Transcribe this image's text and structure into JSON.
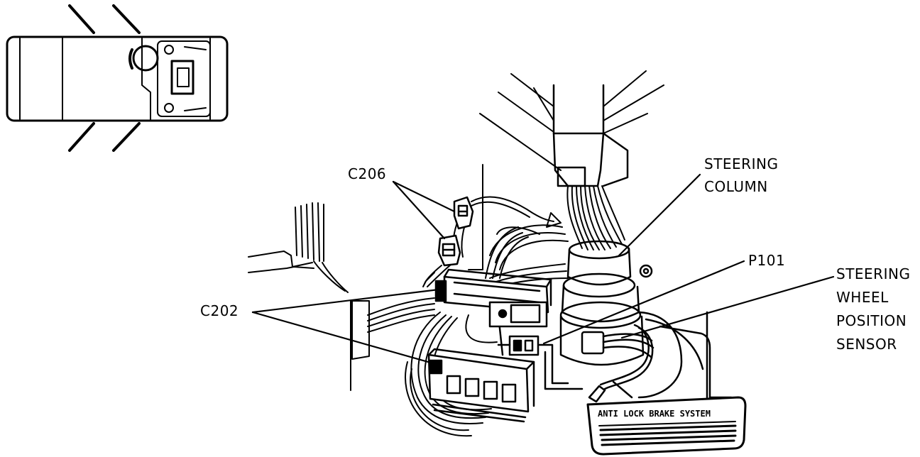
{
  "labels": {
    "c206": "C206",
    "c202": "C202",
    "p101": "P101",
    "steering_column": [
      "STEERING",
      "COLUMN"
    ],
    "steering_wheel_position_sensor": [
      "STEERING",
      "WHEEL",
      "POSITION",
      "SENSOR"
    ]
  },
  "pedal_text": "ANTI LOCK BRAKE SYSTEM"
}
